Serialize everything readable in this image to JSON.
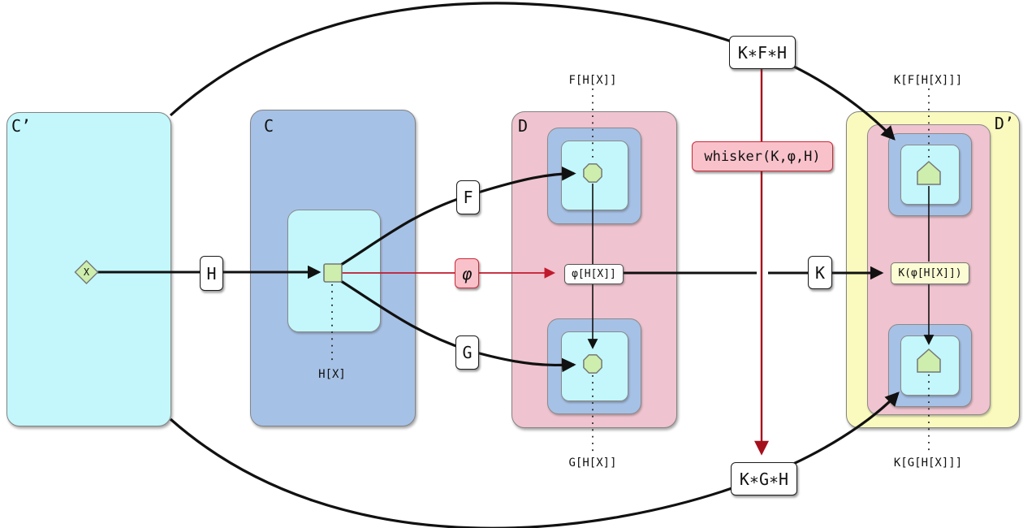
{
  "regions": {
    "c_prime": "C’",
    "c": "C",
    "d": "D",
    "d_prime": "D’"
  },
  "arrows": {
    "h": "H",
    "f": "F",
    "g": "G",
    "phi": "φ",
    "k": "K",
    "kfh": "K∗F∗H",
    "kgh": "K∗G∗H",
    "whisker": "whisker(K,φ,H)"
  },
  "nodes": {
    "x": "X",
    "hx": "H[X]",
    "f_hx": "F[H[X]]",
    "g_hx": "G[H[X]]",
    "phi_hx": "φ[H[X]]",
    "k_f_hx": "K[F[H[X]]]",
    "k_g_hx": "K[G[H[X]]]",
    "k_phi_hx": "K(φ[H[X]])"
  },
  "colors": {
    "cyan": "#c3f7fc",
    "blue": "#a6c1e6",
    "pink": "#efc3cf",
    "yellow": "#fafabf",
    "green": "#cdeead",
    "red_horizontal": "#c01a2e",
    "red_vertical": "#a50f1c",
    "red_chip_fill": "#f9c2cb",
    "red_chip_border": "#cc2936",
    "black": "#111111"
  }
}
